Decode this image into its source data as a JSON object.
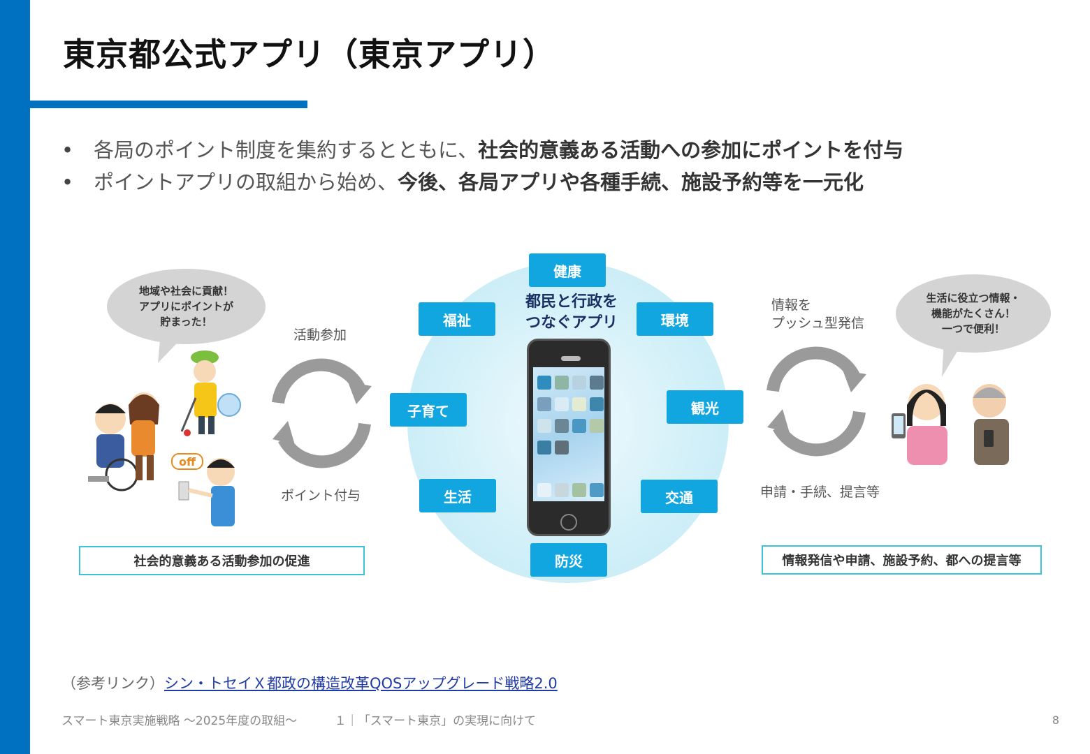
{
  "title": "東京都公式アプリ（東京アプリ）",
  "bullets": [
    {
      "normal": "各局のポイント制度を集約するとともに、",
      "bold": "社会的意義ある活動への参加にポイントを付与"
    },
    {
      "normal": "ポイントアプリの取組から始め、",
      "bold": "今後、各局アプリや各種手続、施設予約等を一元化"
    }
  ],
  "bullet_marker": "•",
  "diagram": {
    "center_title_line1": "都民と行政を",
    "center_title_line2": "つなぐアプリ",
    "chips": {
      "health": "健康",
      "welfare": "福祉",
      "environment": "環境",
      "childcare": "子育て",
      "tourism": "観光",
      "living": "生活",
      "transport": "交通",
      "disaster": "防災"
    },
    "left_bubble": [
      "地域や社会に貢献！",
      "アプリにポイントが",
      "貯まった！"
    ],
    "right_bubble": [
      "生活に役立つ情報・",
      "機能がたくさん！",
      "一つで便利！"
    ],
    "left_cycle_top": "活動参加",
    "left_cycle_bottom": "ポイント付与",
    "right_cycle_top_line1": "情報を",
    "right_cycle_top_line2": "プッシュ型発信",
    "right_cycle_bottom": "申請・手続、提言等",
    "off_sign": "off",
    "left_box": "社会的意義ある活動参加の促進",
    "right_box": "情報発信や申請、施設予約、都への提言等"
  },
  "reference": {
    "prefix": "（参考リンク）",
    "link_text": "シン・トセイＸ都政の構造改革QOSアップグレード戦略2.0"
  },
  "footer": {
    "doc": "スマート東京実施戦略 ～2025年度の取組～",
    "section": "１｜「スマート東京」の実現に向けて",
    "page": "8"
  },
  "colors": {
    "brand_blue": "#0070c0",
    "chip_blue": "#11a6e0",
    "box_border": "#3ec2d9"
  }
}
